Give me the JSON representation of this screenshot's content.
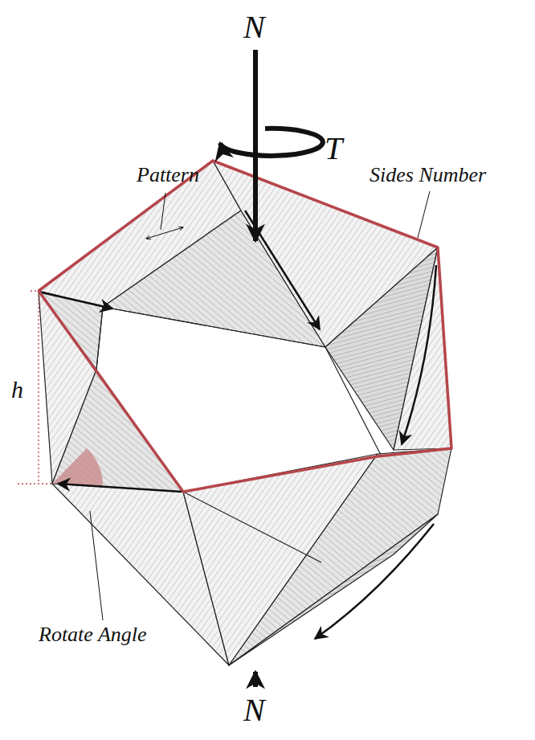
{
  "diagram": {
    "labels": [
      "N",
      "T",
      "Pattern",
      "Sides Number",
      "h",
      "Rotate Angle",
      "N"
    ]
  }
}
